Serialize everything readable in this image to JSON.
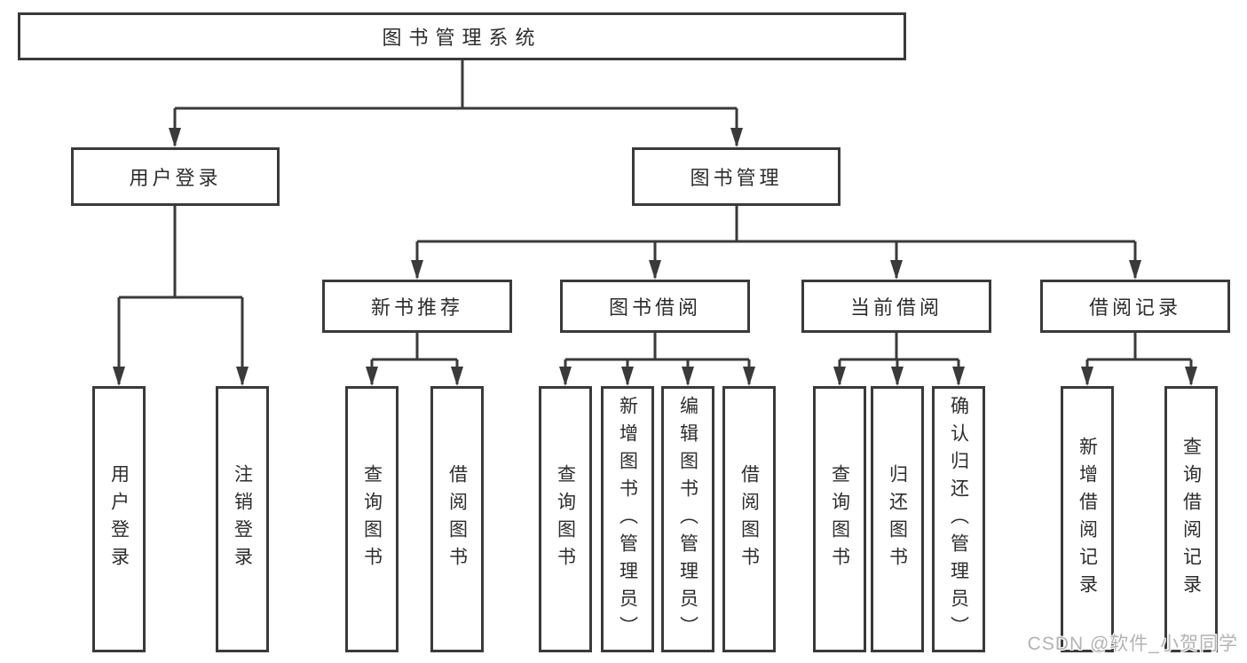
{
  "diagram": {
    "title": "图书管理系统",
    "root": {
      "label": "图书管理系统"
    },
    "level2": [
      {
        "label": "用户登录"
      },
      {
        "label": "图书管理"
      }
    ],
    "level3": [
      {
        "label": "新书推荐"
      },
      {
        "label": "图书借阅"
      },
      {
        "label": "当前借阅"
      },
      {
        "label": "借阅记录"
      }
    ],
    "leaves": [
      {
        "label": "用户登录",
        "parent": "用户登录"
      },
      {
        "label": "注销登录",
        "parent": "用户登录"
      },
      {
        "label": "查询图书",
        "parent": "新书推荐"
      },
      {
        "label": "借阅图书",
        "parent": "新书推荐"
      },
      {
        "label": "查询图书",
        "parent": "图书借阅"
      },
      {
        "label": "新增图书（管理员）",
        "parent": "图书借阅"
      },
      {
        "label": "编辑图书（管理员）",
        "parent": "图书借阅"
      },
      {
        "label": "借阅图书",
        "parent": "图书借阅"
      },
      {
        "label": "查询图书",
        "parent": "当前借阅"
      },
      {
        "label": "归还图书",
        "parent": "当前借阅"
      },
      {
        "label": "确认归还（管理员）",
        "parent": "当前借阅"
      },
      {
        "label": "新增借阅记录",
        "parent": "借阅记录"
      },
      {
        "label": "查询借阅记录",
        "parent": "借阅记录"
      }
    ]
  },
  "watermark": {
    "text": "CSDN @软件_小贺同学"
  },
  "colors": {
    "line": "#3a3a3a",
    "box_border": "#3a3a3a",
    "text": "#2d2d2d",
    "watermark": "#b3b3b3",
    "background": "#ffffff"
  }
}
